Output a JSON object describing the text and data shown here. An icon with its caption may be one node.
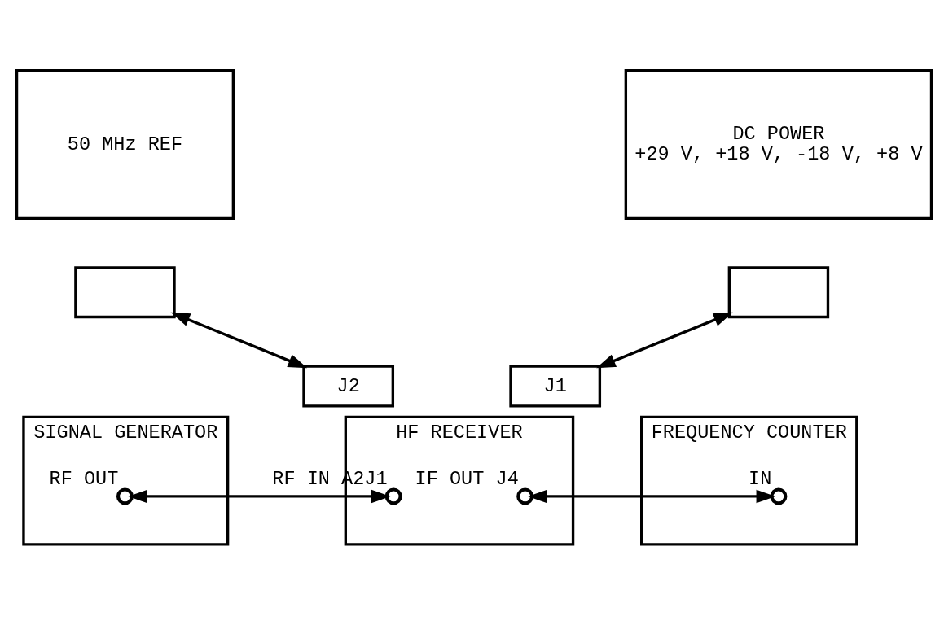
{
  "diagram": {
    "nodes": [
      {
        "text": [
          "50 MHz REF"
        ]
      },
      {
        "text": [
          "DC POWER",
          "+29 V, +18 V, -18 V, +8 V"
        ]
      },
      {
        "text": [],
        "shape": "box"
      },
      {
        "text": [],
        "shape": "box"
      },
      {
        "text": [
          "J2"
        ]
      },
      {
        "text": [
          "J1"
        ]
      },
      {
        "text": [
          "SIGNAL GENERATOR"
        ]
      },
      {
        "text": [
          "HF RECEIVER"
        ]
      },
      {
        "text": [
          "FREQUENCY COUNTER"
        ]
      },
      {
        "text": [],
        "shape": "circle",
        "beside": [
          "RF OUT"
        ],
        "in": 6
      },
      {
        "text": [],
        "shape": "circle",
        "beside": [
          "RF IN A2J1"
        ],
        "in": 7
      },
      {
        "text": [],
        "shape": "circle",
        "beside": [
          "IF OUT J4"
        ],
        "in": 7
      },
      {
        "text": [],
        "shape": "circle",
        "beside": [
          "IN"
        ],
        "in": 8
      }
    ],
    "edges": [
      {
        "from": 2,
        "to": 4,
        "arrow": "both"
      },
      {
        "from": 3,
        "to": 5,
        "arrow": "both"
      },
      {
        "from": 9,
        "to": 10,
        "arrow": "both"
      },
      {
        "from": 11,
        "to": 12,
        "arrow": "both"
      }
    ]
  }
}
